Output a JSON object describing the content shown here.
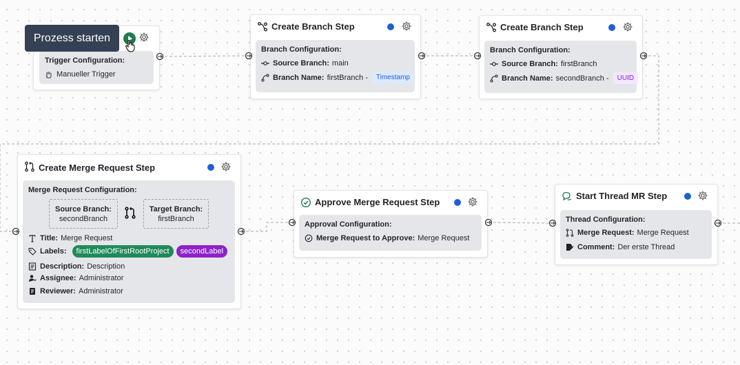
{
  "tooltip": {
    "text": "Prozess starten"
  },
  "trigger": {
    "config_title": "Trigger Configuration:",
    "trigger_label": "Manueller Trigger"
  },
  "branch1": {
    "title": "Create Branch Step",
    "config_title": "Branch Configuration:",
    "source_label": "Source Branch:",
    "source_value": "main",
    "name_label": "Branch Name:",
    "name_value": "firstBranch -",
    "name_chip": "Timestamp"
  },
  "branch2": {
    "title": "Create Branch Step",
    "config_title": "Branch Configuration:",
    "source_label": "Source Branch:",
    "source_value": "firstBranch",
    "name_label": "Branch Name:",
    "name_value": "secondBranch -",
    "name_chip": "UUID"
  },
  "mr": {
    "title": "Create Merge Request Step",
    "config_title": "Merge Request Configuration:",
    "source_branch_label": "Source Branch:",
    "source_branch_value": "secondBranch",
    "target_branch_label": "Target Branch:",
    "target_branch_value": "firstBranch",
    "title_label": "Title:",
    "title_value": "Merge Request",
    "labels_label": "Labels:",
    "label1": "firstLabelOfFirstRootProject",
    "label2": "secondLabel",
    "description_label": "Description:",
    "description_value": "Description",
    "assignee_label": "Assignee:",
    "assignee_value": "Administrator",
    "reviewer_label": "Reviewer:",
    "reviewer_value": "Administrator"
  },
  "approve": {
    "title": "Approve Merge Request Step",
    "config_title": "Approval Configuration:",
    "mr_label": "Merge Request to Approve:",
    "mr_value": "Merge Request"
  },
  "thread": {
    "title": "Start Thread MR Step",
    "config_title": "Thread Configuration:",
    "mr_label": "Merge Request:",
    "mr_value": "Merge Request",
    "comment_label": "Comment:",
    "comment_value": "Der erste Thread"
  },
  "colors": {
    "status_dot": "#1f5fd6",
    "play_button": "#1f7a4d",
    "label1_bg": "#1f8a5b",
    "label2_bg": "#8e22c9",
    "tooltip_bg": "#344054"
  }
}
